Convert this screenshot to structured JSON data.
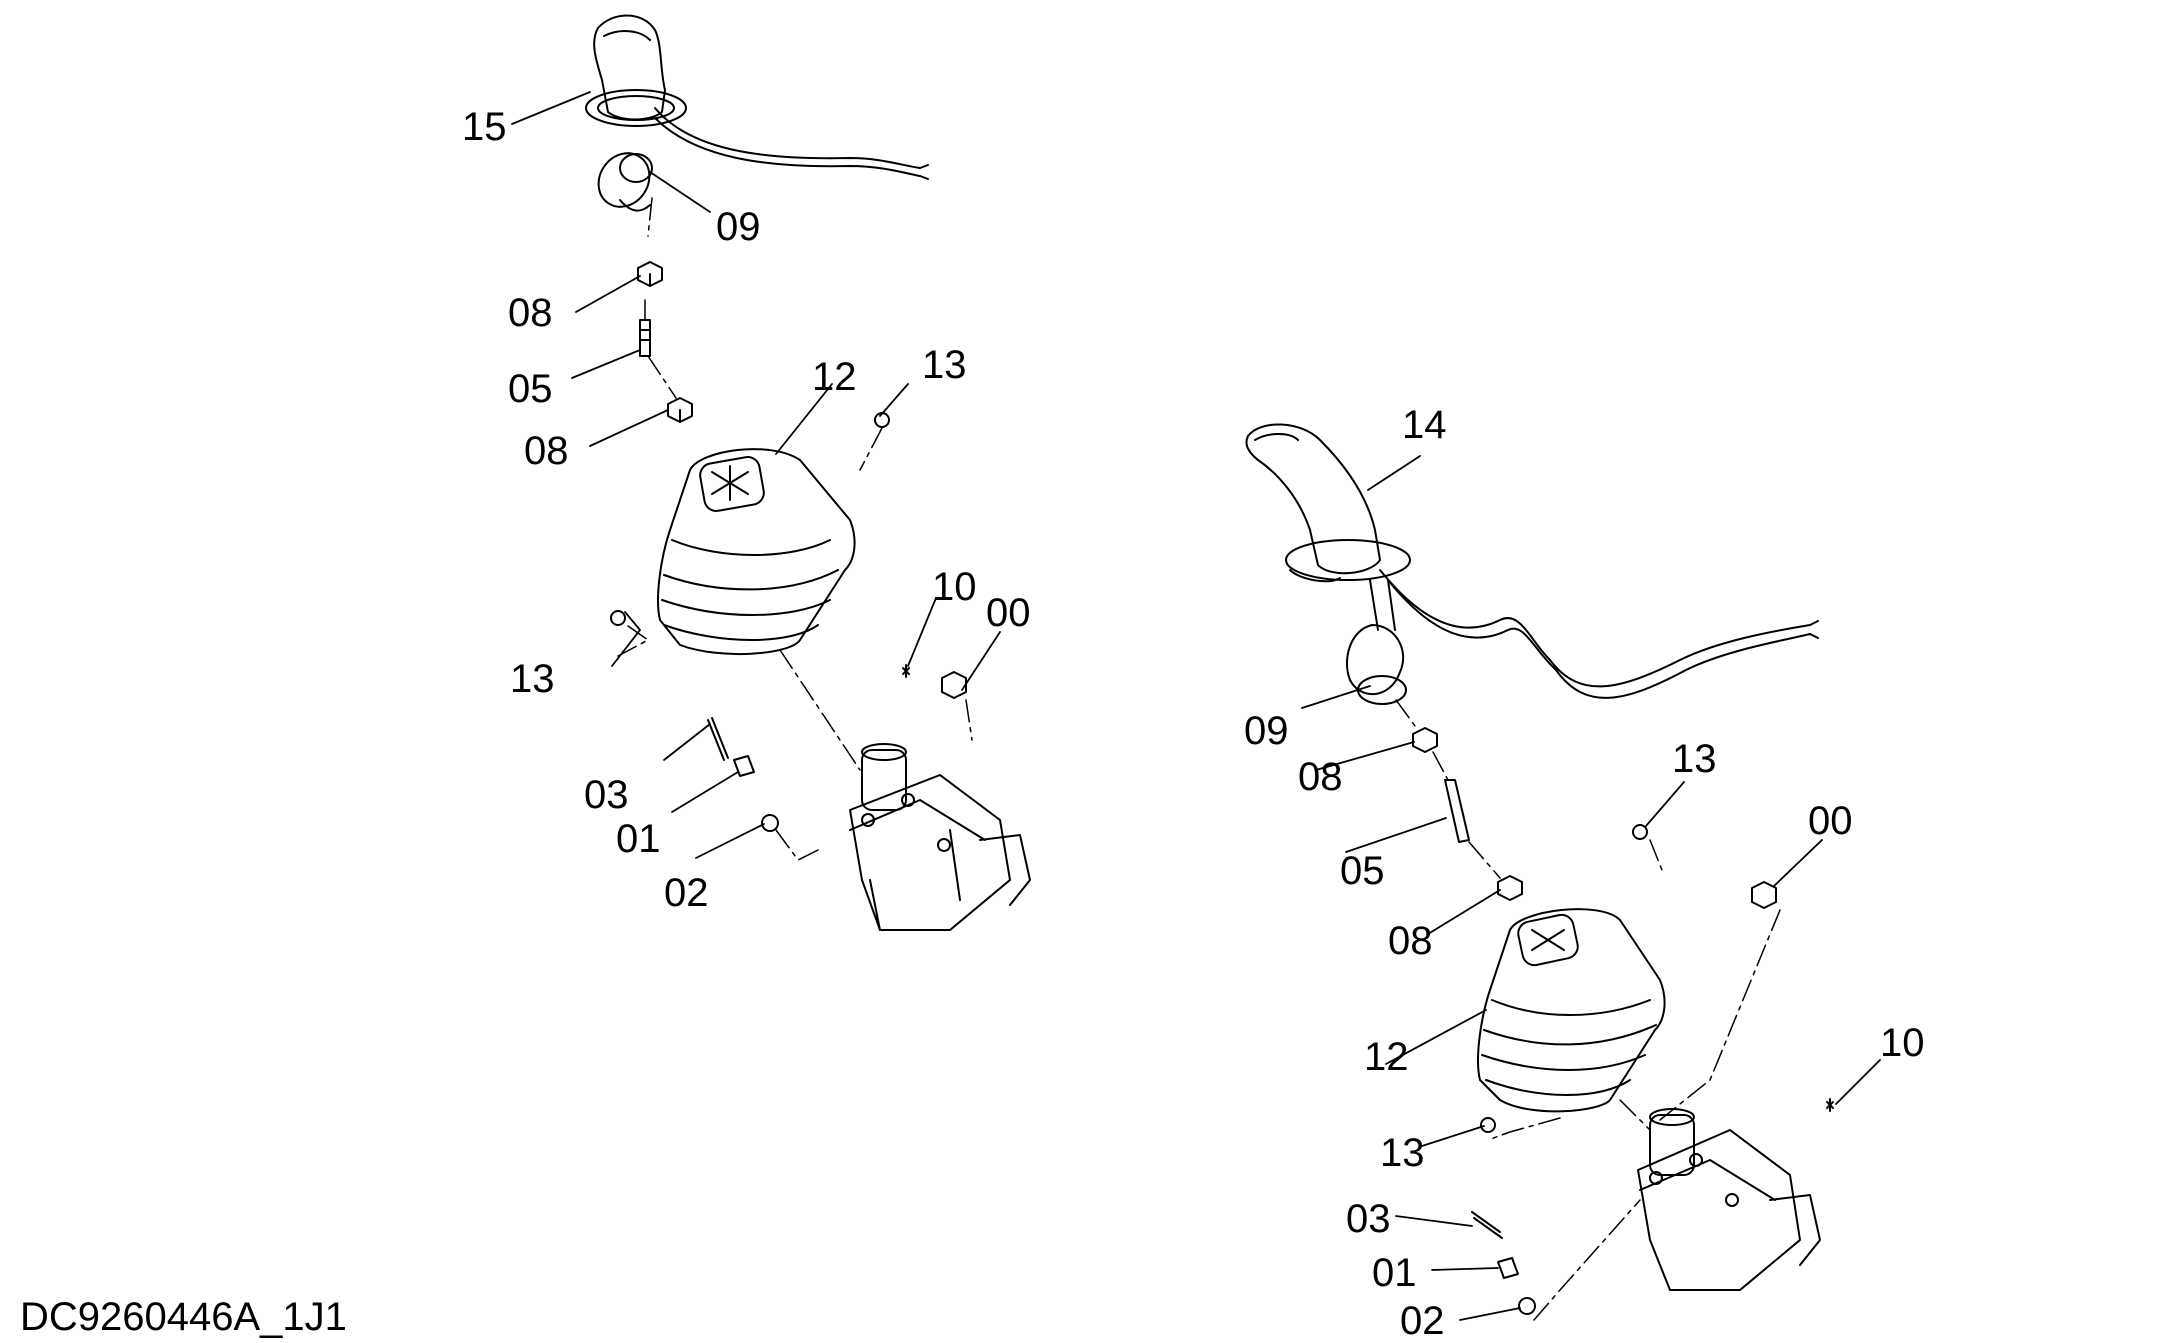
{
  "diagram_id": "DC9260446A_1J1",
  "left_group": {
    "callouts": [
      "15",
      "09",
      "08",
      "05",
      "08",
      "12",
      "13",
      "13",
      "10",
      "00",
      "03",
      "01",
      "02"
    ]
  },
  "right_group": {
    "callouts": [
      "14",
      "09",
      "08",
      "05",
      "13",
      "00",
      "08",
      "12",
      "10",
      "13",
      "03",
      "01",
      "02"
    ]
  }
}
